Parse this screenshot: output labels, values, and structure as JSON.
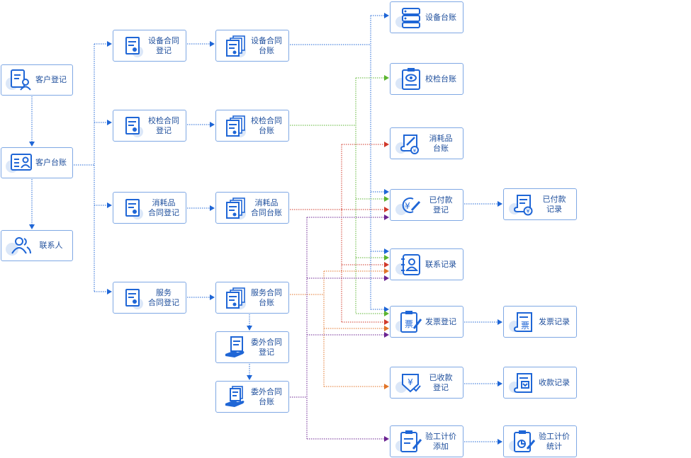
{
  "nodes": {
    "customer_register": {
      "label": "客户登记"
    },
    "customer_ledger": {
      "label": "客户台账"
    },
    "contacts": {
      "label": "联系人"
    },
    "equip_contract_reg": {
      "label": "设备合同\n登记"
    },
    "calib_contract_reg": {
      "label": "校检合同\n登记"
    },
    "consum_contract_reg": {
      "label": "消耗品\n合同登记"
    },
    "service_contract_reg": {
      "label": "服务\n合同登记"
    },
    "equip_contract_ledger": {
      "label": "设备合同\n台账"
    },
    "calib_contract_ledger": {
      "label": "校检合同\n台账"
    },
    "consum_contract_ledger": {
      "label": "消耗品\n合同台账"
    },
    "service_contract_ledger": {
      "label": "服务合同\n台账"
    },
    "outsource_contract_reg": {
      "label": "委外合同\n登记"
    },
    "outsource_contract_ledger": {
      "label": "委外合同\n台账"
    },
    "equip_ledger": {
      "label": "设备台账"
    },
    "calib_ledger": {
      "label": "校检台账"
    },
    "consum_ledger": {
      "label": "消耗品\n台账"
    },
    "paid_register": {
      "label": "已付款\n登记"
    },
    "contact_record": {
      "label": "联系记录"
    },
    "invoice_register": {
      "label": "发票登记"
    },
    "received_register": {
      "label": "已收款\n登记"
    },
    "inspection_add": {
      "label": "验工计价\n添加"
    },
    "paid_record": {
      "label": "已付款\n记录"
    },
    "invoice_record": {
      "label": "发票记录"
    },
    "received_record": {
      "label": "收款记录"
    },
    "inspection_stats": {
      "label": "验工计价\n统计"
    }
  },
  "colors": {
    "blue": "#1f66d6",
    "green": "#5cb531",
    "red": "#d0392b",
    "orange": "#e1752a",
    "purple": "#6b2391",
    "border": "#7fa8e4",
    "text": "#1f4f9c",
    "icon_bubble": "#dbe7f8"
  },
  "icons": {
    "customer_register": "person-form-icon",
    "customer_ledger": "id-card-icon",
    "contacts": "people-icon",
    "contract": "contract-doc-icon",
    "contract_ledger": "stacked-docs-icon",
    "outsource_reg": "hand-doc-icon",
    "equip_ledger": "server-icon",
    "calib_ledger": "eye-clipboard-icon",
    "consum_ledger": "pen-scroll-icon",
    "paid_register": "yuan-pen-icon",
    "contact_record": "address-book-icon",
    "invoice_register": "invoice-pen-icon",
    "received_register": "yuan-check-icon",
    "inspection_add": "clipboard-pen-icon",
    "paid_record": "scroll-yuan-icon",
    "invoice_record": "scroll-invoice-icon",
    "received_record": "scroll-download-icon",
    "inspection_stats": "clipboard-chart-icon"
  }
}
